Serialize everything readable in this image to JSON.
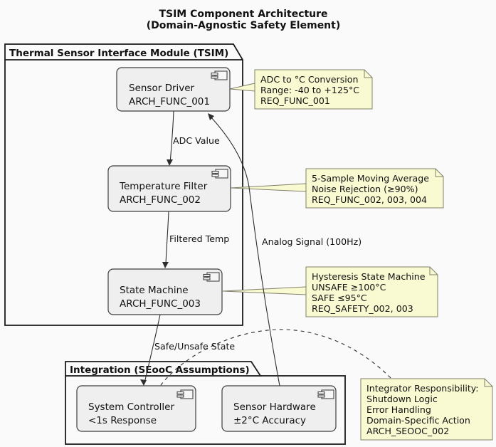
{
  "title": {
    "line1": "TSIM Component Architecture",
    "line2": "(Domain-Agnostic Safety Element)"
  },
  "packages": {
    "tsim": {
      "label": "Thermal Sensor Interface Module (TSIM)"
    },
    "integration": {
      "label": "Integration (SEooC Assumptions)"
    }
  },
  "components": {
    "sensor_driver": {
      "line1": "Sensor Driver",
      "line2": "ARCH_FUNC_001"
    },
    "temperature_filter": {
      "line1": "Temperature Filter",
      "line2": "ARCH_FUNC_002"
    },
    "state_machine": {
      "line1": "State Machine",
      "line2": "ARCH_FUNC_003"
    },
    "system_controller": {
      "line1": "System Controller",
      "line2": "<1s Response"
    },
    "sensor_hardware": {
      "line1": "Sensor Hardware",
      "line2": "±2°C Accuracy"
    }
  },
  "edge_labels": {
    "adc_value": "ADC Value",
    "filtered_temp": "Filtered Temp",
    "analog_signal": "Analog Signal (100Hz)",
    "safe_unsafe_state": "Safe/Unsafe State"
  },
  "notes": {
    "adc_conversion": {
      "line1": "ADC to °C Conversion",
      "line2": "Range: -40 to +125°C",
      "line3": "REQ_FUNC_001"
    },
    "moving_average": {
      "line1": "5-Sample Moving Average",
      "line2": "Noise Rejection (≥90%)",
      "line3": "REQ_FUNC_002, 003, 004"
    },
    "hysteresis": {
      "line1": "Hysteresis State Machine",
      "line2": "UNSAFE ≥100°C",
      "line3": "SAFE ≤95°C",
      "line4": "REQ_SAFETY_002, 003"
    },
    "integrator": {
      "line1": "Integrator Responsibility:",
      "line2": "Shutdown Logic",
      "line3": "Error Handling",
      "line4": "Domain-Specific Action",
      "line5": "ARCH_SEOOC_002"
    }
  },
  "colors": {
    "background": "#FAFAFA",
    "component_fill": "#EFEFEF",
    "component_border": "#3F3F3F",
    "note_fill": "#FAFAD2",
    "note_border": "#80806B",
    "package_border": "#1B1B1B",
    "edge_color": "#2E2E2E",
    "text_color": "#111111"
  }
}
